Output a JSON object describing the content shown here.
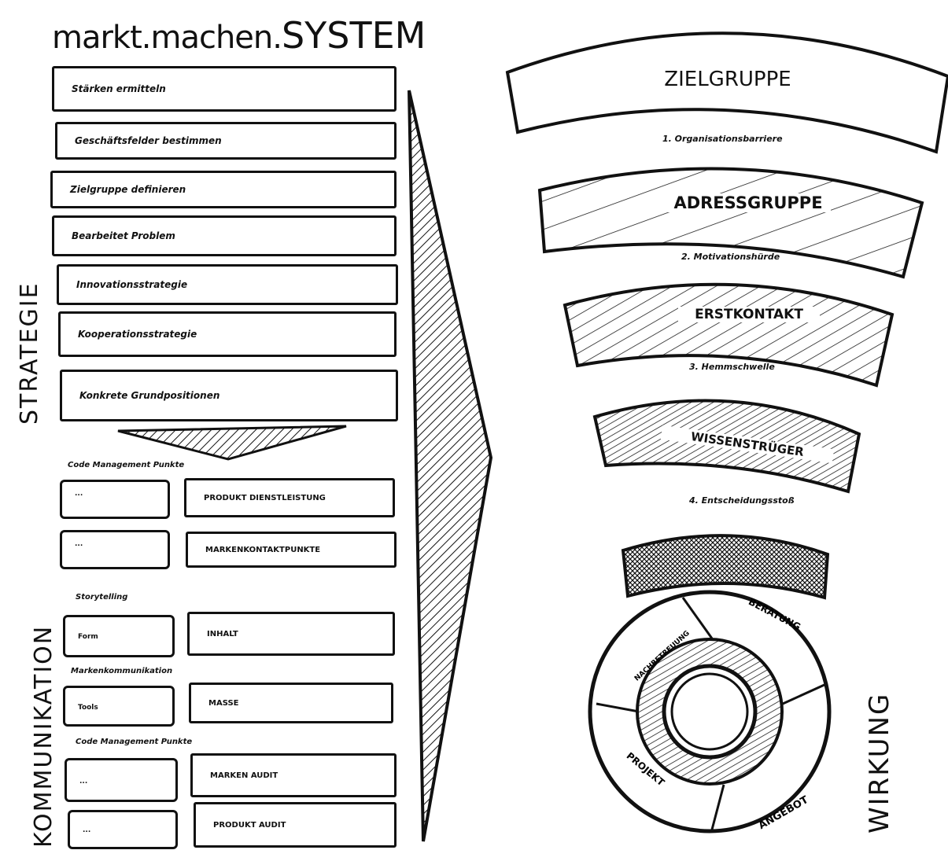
{
  "title": {
    "prefix": "markt.machen.",
    "main": "SYSTEM"
  },
  "left_labels": {
    "strategie": "STRATEGIE",
    "kommunikation": "KOMMUNIKATION"
  },
  "right_label": "WIRKUNG",
  "strategy_steps": [
    "Stärken ermitteln",
    "Geschäftsfelder bestimmen",
    "Zielgruppe definieren",
    "Bearbeitet Problem",
    "Innovationsstrategie",
    "Kooperationsstrategie",
    "Konkrete Grundpositionen"
  ],
  "communication": {
    "sections": [
      {
        "label": "Code Management Punkte",
        "rows": [
          {
            "left": "...",
            "right": "PRODUKT DIENSTLEISTUNG"
          },
          {
            "left": "...",
            "right": "MARKENKONTAKTPUNKTE"
          }
        ]
      },
      {
        "label": "Storytelling",
        "rows": [
          {
            "left": "Form",
            "right": "INHALT"
          }
        ]
      },
      {
        "label": "Markenkommunikation",
        "rows": [
          {
            "left": "Tools",
            "right": "MASSE"
          }
        ]
      },
      {
        "label": "Code Management Punkte",
        "rows": [
          {
            "left": "...",
            "right": "MARKEN AUDIT"
          },
          {
            "left": "...",
            "right": "PRODUKT AUDIT"
          }
        ]
      }
    ]
  },
  "funnel": {
    "stages": [
      "ZIELGRUPPE",
      "ADRESSGRUPPE",
      "ERSTKONTAKT",
      "WISSENSTRÜGER"
    ],
    "barriers": [
      "1. Organisationsbarriere",
      "2. Motivationshürde",
      "3. Hemmschwelle",
      "4. Entscheidungsstoß"
    ]
  },
  "cycle": {
    "segments": [
      "BERATUNG",
      "ANGEBOT",
      "PROJEKT",
      "NACHBETREUUNG"
    ]
  }
}
